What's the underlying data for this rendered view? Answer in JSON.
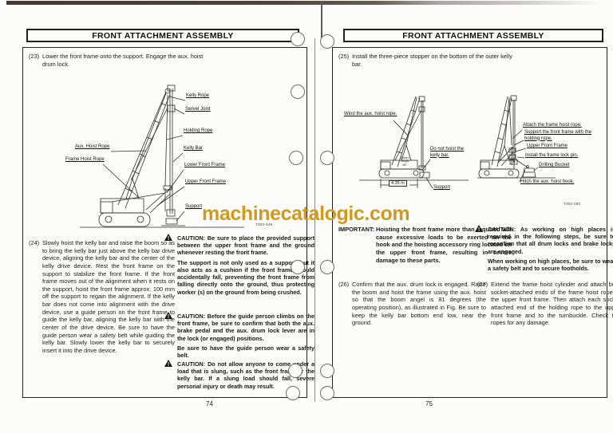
{
  "colors": {
    "watermark_orange": "#d09a20",
    "paper": "#fcfcfa",
    "ink": "#181818"
  },
  "watermark": {
    "text": "machinecatalogic.com"
  },
  "left_page": {
    "header": "FRONT ATTACHMENT ASSEMBLY",
    "page_number": "74",
    "figure_number": "T302-049",
    "step_23": {
      "num": "(23)",
      "text": "Lower the front frame onto the support. Engage the aux. hoist drum lock."
    },
    "step_24": {
      "num": "(24)",
      "text": "Slowly hoist the kelly bar and raise the boom so as to bring the kelly bar just above the kelly bar drive device, aligning the kelly bar and the center of the kelly drive device. Rest the front frame on the support to stabilize the front frame. If the front frame moves out of the alignment when it rests on the support, hoist the front frame approx. 100 mm off the support to regain the alignment. If the kelly bar does not come into alignment with the drive device, use a guide person on the front frame to guide the kelly bar, aligning the kelly bar with the center of the drive device. Be sure to have the guide person wear a safety belt while guiding the kelly bar. Slowly lower the kelly bar to securely insert it into the drive device."
    },
    "diagram": {
      "kelly_rope": "Kelly Rope",
      "swivel_joint": "Swivel Joint",
      "holding_rope": "Holding Rope",
      "kelly_bar": "Kelly Bar",
      "lower_front_frame": "Lower Front Frame",
      "upper_front_frame": "Upper Front Frame",
      "support": "Support",
      "aux_hoist_rope": "Aux. Hoist Rope",
      "frame_hoist_rope": "Frame Hoist Rope"
    },
    "caution_1": {
      "p1": "CAUTION: Be sure to place the provided support between the upper front frame and the ground whenever resting the front frame.",
      "p2": "The support is not only used as a support, but it also acts as a cushion if the front frame should accidentally fall, preventing the front frame from falling directly onto the ground, thus protecting worker (s) on the ground from being crushed."
    },
    "caution_2": {
      "p1": "CAUTION: Before the guide person climbs on the front frame, be sure to confirm that both the aux. brake pedal and the aux. drum lock lever are in the lock (or engaged) positions.",
      "p2": "Be sure to have the guide person wear a safety belt."
    },
    "caution_3": {
      "p1": "CAUTION: Do not allow anyone to come under a load that is slung, such as the front frame or the kelly bar. If a slung load should fall, severe personal injury or death may result."
    }
  },
  "right_page": {
    "header": "FRONT ATTACHMENT ASSEMBLY",
    "page_number": "75",
    "figure_number": "T302-050",
    "step_25": {
      "num": "(25)",
      "text": "Install the three-piece stopper on the bottom of the outer kelly bar."
    },
    "diagram1": {
      "wind_rope": "Wind the aux. hoist rope.",
      "do_not_hoist": "Do not hoist the kelly bar.",
      "support": "Support",
      "dimension": "4.35 m",
      "boom_angle": "Boom Angle 81°"
    },
    "diagram2": {
      "attach_rope": "Attach the frame hoist rope.",
      "support_frame": "Support the front frame with the holding rope.",
      "upper_front_frame": "Upper Front Frame",
      "lock_pin": "Install the frame lock pin.",
      "drilling_bucket": "Drilling Bucket",
      "hitch_hook": "Hitch the aux. hoist hook."
    },
    "important": {
      "label": "IMPORTANT:",
      "text": "Hoisting the front frame more than required will cause excessive loads to be exerted on the hook and the hoisting accessory ring located on the upper front frame, resulting in severe damage to these parts."
    },
    "step_26": {
      "num": "(26)",
      "text": "Confirm that the aux. drum lock is engaged. Raise the boom and hoist the frame using the aux. hoist so that the boom angel is 81 degrees (the operating position), as illustrated in Fig. Be sure to keep the kelly bar bottom end low, near the ground."
    },
    "caution_4": {
      "p1": "CAUTION: As working on high places is required in the following steps, be sure to reconfirm that all drum locks and brake locks are engaged.",
      "p2": "When working on high places, be sure to wear a safety belt and to secure footholds."
    },
    "step_27": {
      "num": "(27)",
      "text": "Extend the frame hoist cylinder and attach both socket-attached ends of the frame hoist rope to the upper front frame. Then attach each socket attached end of the holding rope to the upper front frame and to the turnbuckle. Check the ropes for any damage."
    }
  }
}
